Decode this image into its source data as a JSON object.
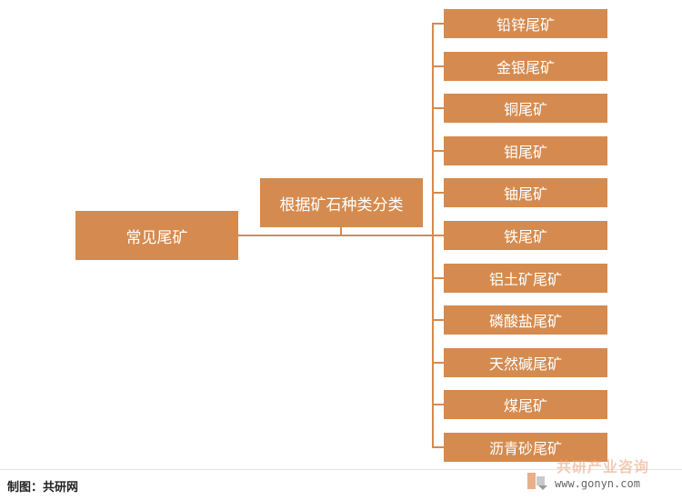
{
  "root": {
    "label": "常见尾矿"
  },
  "category": {
    "label": "根据矿石种类分类"
  },
  "leaves": [
    "铅锌尾矿",
    "金银尾矿",
    "铜尾矿",
    "钼尾矿",
    "铀尾矿",
    "铁尾矿",
    "铝土矿尾矿",
    "磷酸盐尾矿",
    "天然碱尾矿",
    "煤尾矿",
    "沥青砂尾矿"
  ],
  "footer": {
    "source": "制图：共研网"
  },
  "watermark": {
    "title": "共研产业咨询",
    "url": "www.gonyn.com"
  },
  "colors": {
    "node_fill": "#d58b4f",
    "node_text": "#ffffff"
  }
}
